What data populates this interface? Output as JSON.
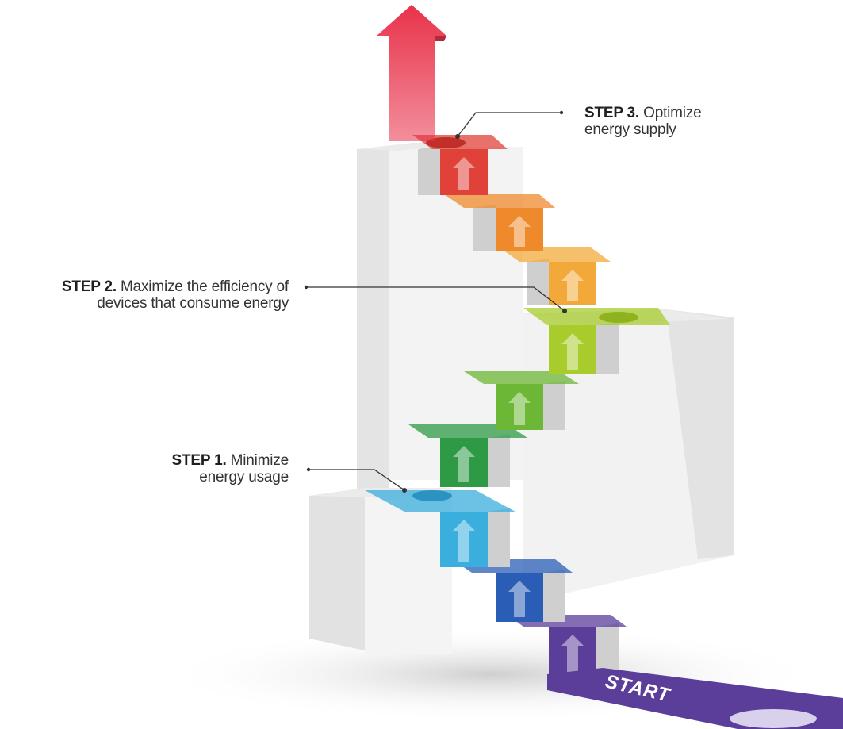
{
  "steps": [
    {
      "id": "step1",
      "prefix": "STEP 1.",
      "line1": "Minimize",
      "line2": "energy usage"
    },
    {
      "id": "step2",
      "prefix": "STEP 2.",
      "line1": "Maximize the efficiency of",
      "line2": "devices that consume energy"
    },
    {
      "id": "step3",
      "prefix": "STEP 3.",
      "line1": "Optimize",
      "line2": "energy supply"
    }
  ],
  "start_label": "START",
  "stair_colors": [
    "#5b3d9a",
    "#2a5db5",
    "#3aaedc",
    "#2f9a45",
    "#6cb735",
    "#a8cc2c",
    "#f2a93a",
    "#ef8a2c",
    "#e0423a"
  ],
  "arrow_color": "#e8324a",
  "path_color": "#5b3d9a",
  "block_colors": {
    "top": "#ececec",
    "front": "#f4f4f4",
    "side": "#d9d9d9",
    "riser": "#c9c9c9"
  }
}
